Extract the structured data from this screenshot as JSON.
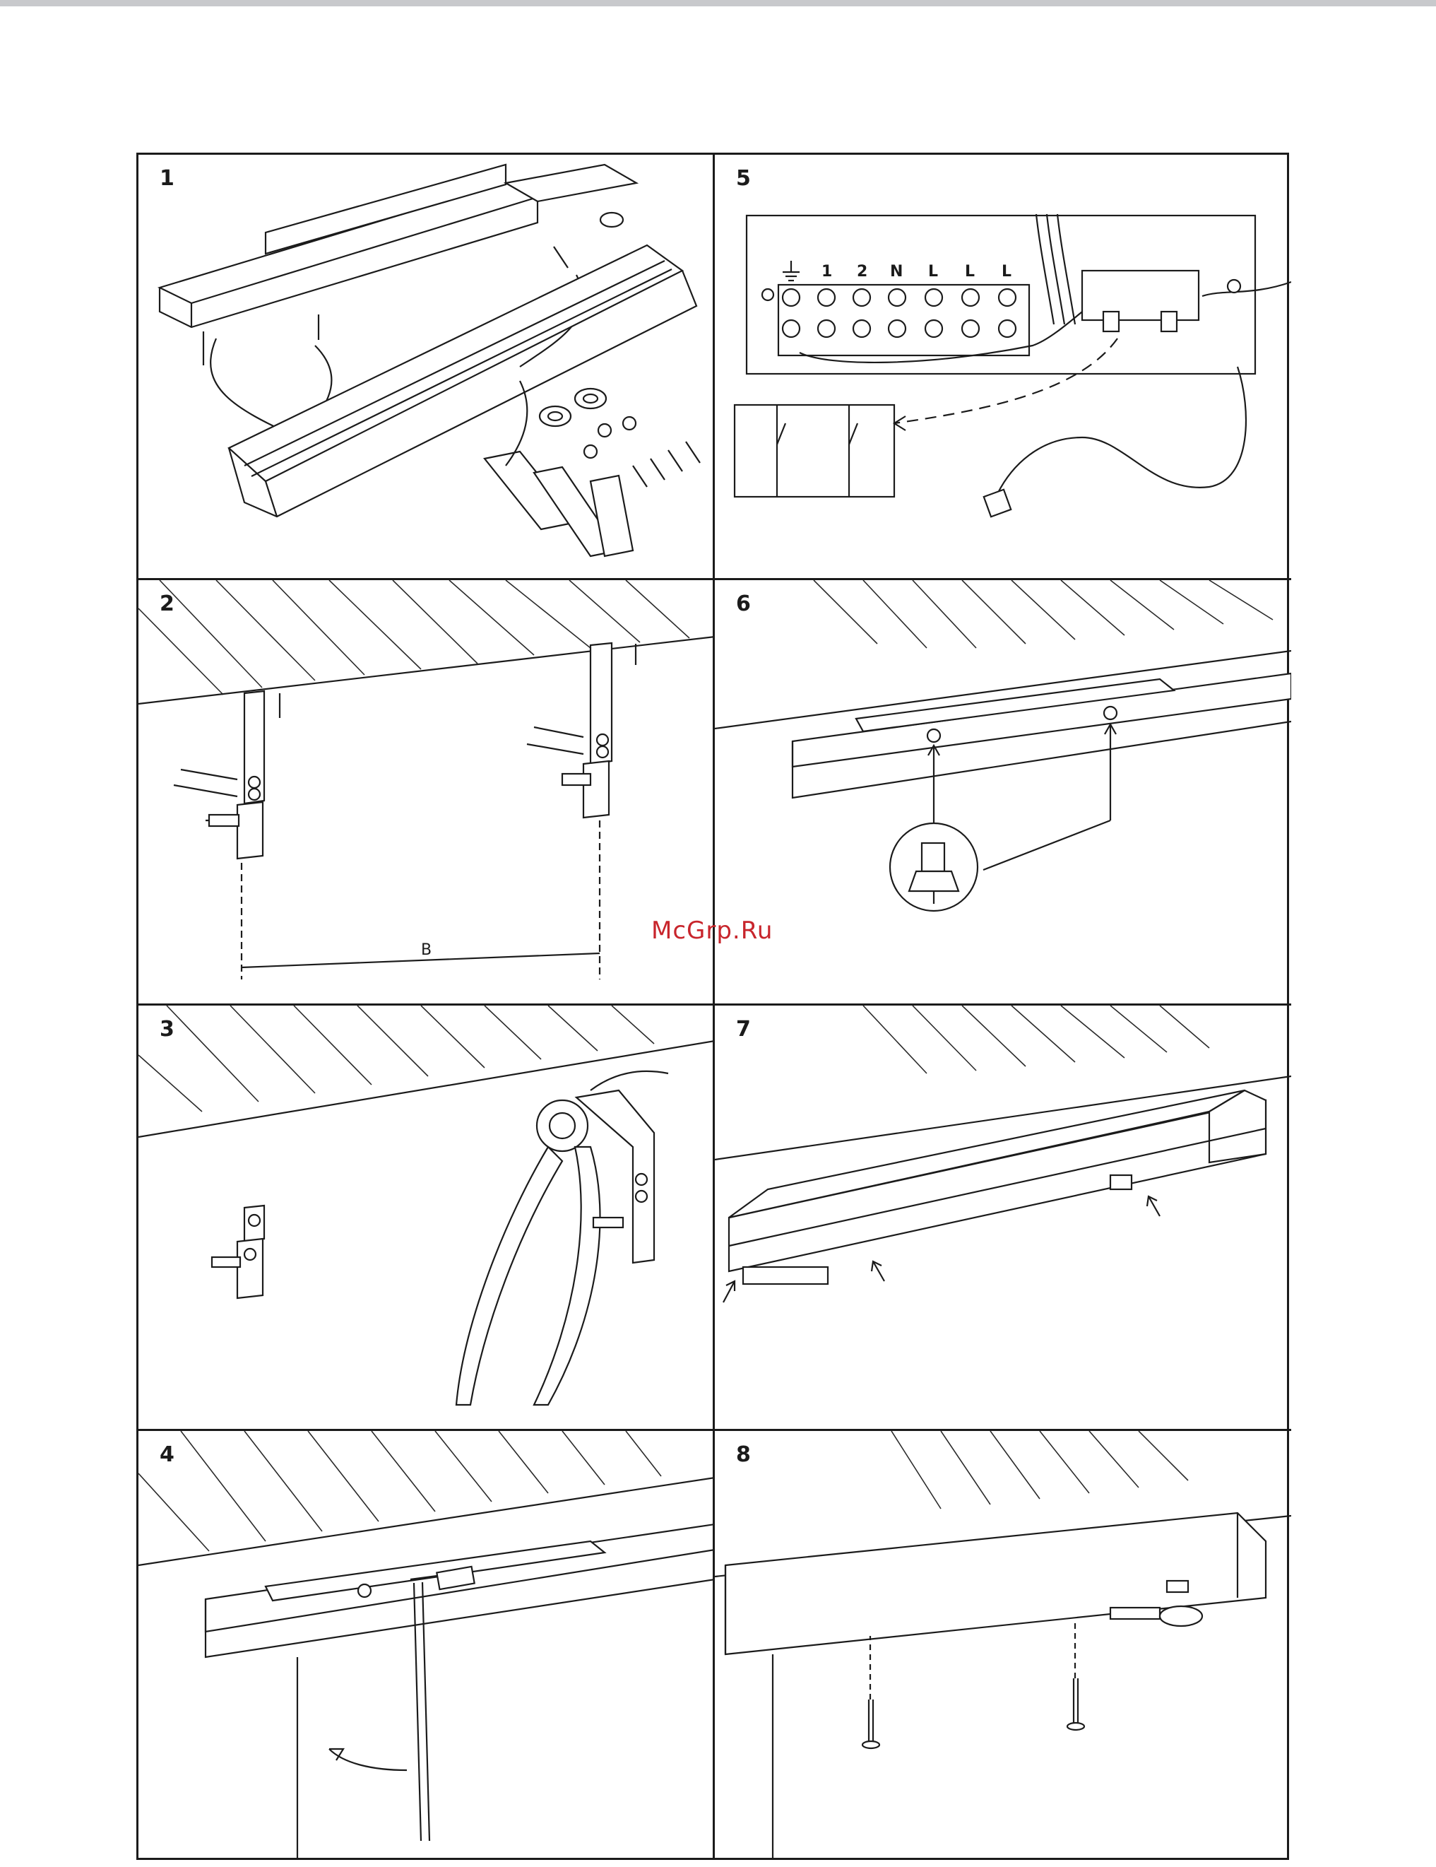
{
  "page": {
    "watermark": "McGrp.Ru",
    "accent_color": "#c8252c"
  },
  "panels": [
    {
      "step": "1",
      "icon": "unpacked-unit-parts-illustration"
    },
    {
      "step": "2",
      "icon": "mounting-brackets-on-ceiling-illustration",
      "dimension_label": "B"
    },
    {
      "step": "3",
      "icon": "bending-bracket-with-pliers-illustration"
    },
    {
      "step": "4",
      "icon": "fastening-rail-with-hex-key-illustration"
    },
    {
      "step": "5",
      "icon": "terminal-block-wiring-illustration",
      "terminals": [
        "1",
        "2",
        "N",
        "L",
        "L",
        "L"
      ]
    },
    {
      "step": "6",
      "icon": "rail-clip-detail-illustration"
    },
    {
      "step": "7",
      "icon": "hanging-unit-on-rail-illustration"
    },
    {
      "step": "8",
      "icon": "securing-unit-with-screws-illustration"
    }
  ]
}
